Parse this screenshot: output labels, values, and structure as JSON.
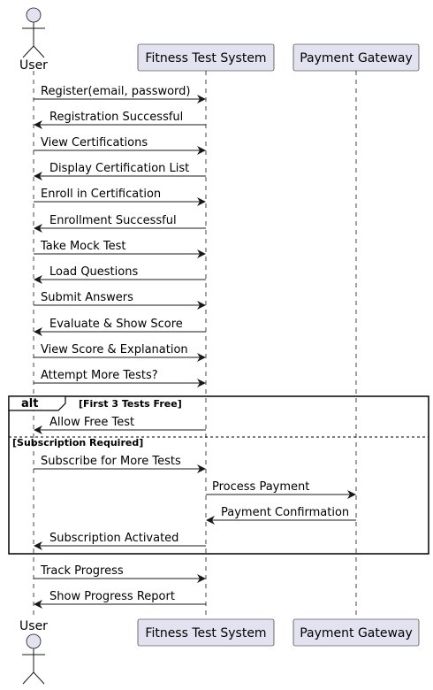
{
  "participants": {
    "user": "User",
    "system": "Fitness Test System",
    "gateway": "Payment Gateway"
  },
  "messages": [
    "Register(email, password)",
    "Registration Successful",
    "View Certifications",
    "Display Certification List",
    "Enroll in Certification",
    "Enrollment Successful",
    "Take Mock Test",
    "Load Questions",
    "Submit Answers",
    "Evaluate & Show Score",
    "View Score & Explanation",
    "Attempt More Tests?",
    "Allow Free Test",
    "Subscribe for More Tests",
    "Process Payment",
    "Payment Confirmation",
    "Subscription Activated",
    "Track Progress",
    "Show Progress Report"
  ],
  "alt_fragment": {
    "keyword": "alt",
    "guard_1": "[First 3 Tests Free]",
    "guard_2": "[Subscription Required]"
  }
}
